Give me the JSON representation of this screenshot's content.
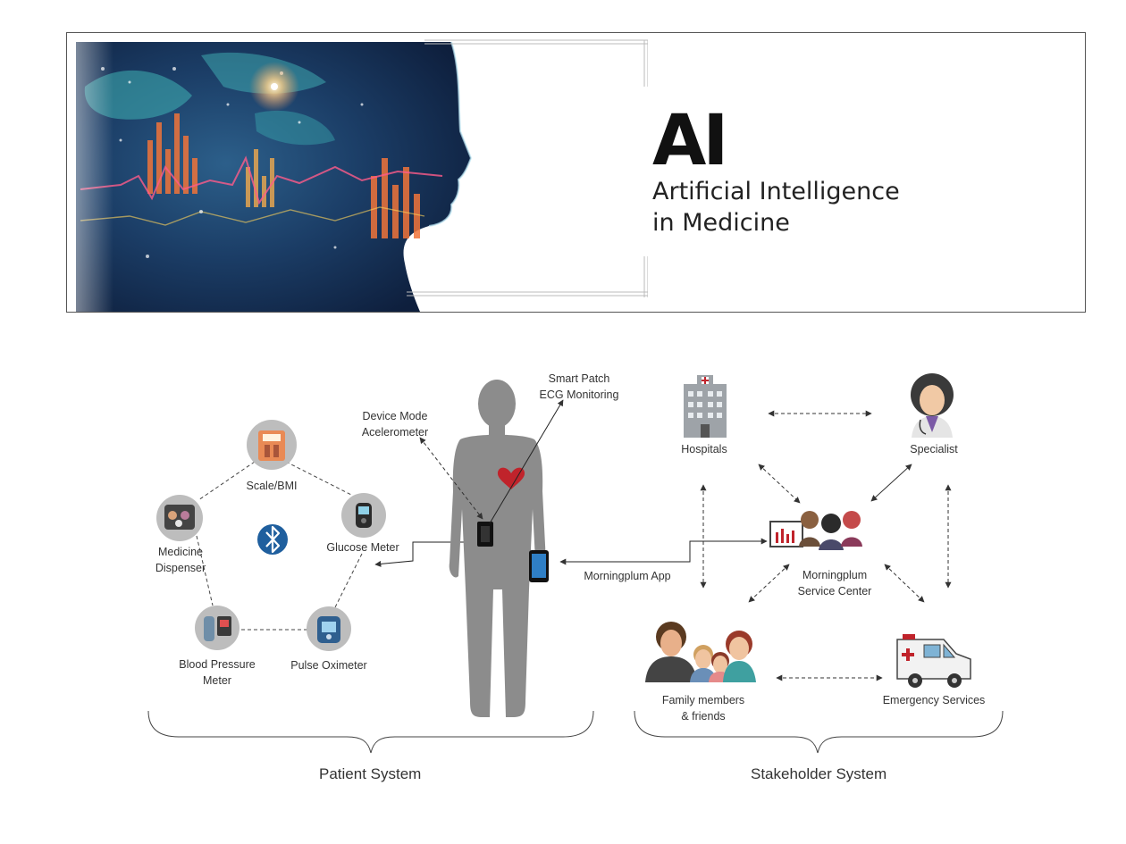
{
  "banner": {
    "title": "AI",
    "subtitle_line1": "Artificial Intelligence",
    "subtitle_line2": "in Medicine"
  },
  "patient": {
    "scale": "Scale/BMI",
    "glucose": "Glucose Meter",
    "medicine_line1": "Medicine",
    "medicine_line2": "Dispenser",
    "bp_line1": "Blood Pressure",
    "bp_line2": "Meter",
    "pulse": "Pulse Oximeter",
    "device_line1": "Device Mode",
    "device_line2": "Acelerometer",
    "patch_line1": "Smart Patch",
    "patch_line2": "ECG Monitoring",
    "app": "Morningplum App"
  },
  "stakeholder": {
    "hospitals": "Hospitals",
    "specialist": "Specialist",
    "service_line1": "Morningplum",
    "service_line2": "Service Center",
    "family_line1": "Family members",
    "family_line2": "& friends",
    "emergency": "Emergency Services"
  },
  "sections": {
    "patient": "Patient System",
    "stakeholder": "Stakeholder System"
  },
  "colors": {
    "silhouette": "#8c8c8c",
    "device_circle": "#bdbdbd",
    "bluetooth": "#1f5f9e",
    "heart": "#c0232b"
  }
}
